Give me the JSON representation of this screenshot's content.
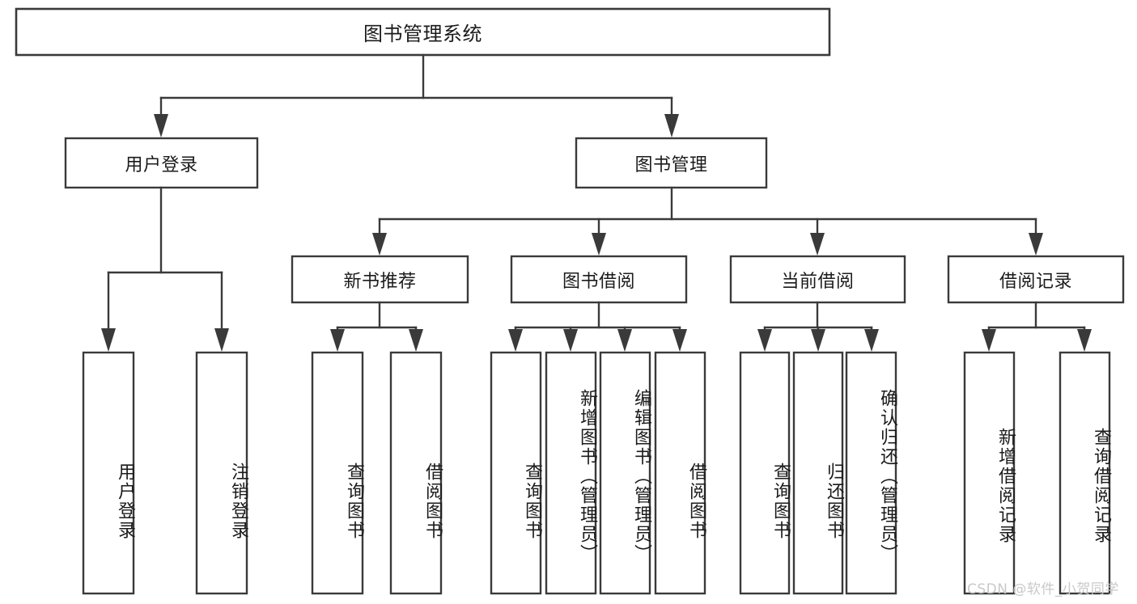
{
  "diagram": {
    "title": "图书管理系统",
    "watermark": "CSDN @软件_小贺同学",
    "colors": {
      "stroke": "#3a3a3a",
      "fill": "#ffffff",
      "text": "#1b1b1b",
      "watermark": "#c9c9c9"
    },
    "levels": {
      "root": {
        "label": "图书管理系统"
      },
      "level2": [
        {
          "label": "用户登录"
        },
        {
          "label": "图书管理"
        }
      ],
      "level3": [
        {
          "label": "新书推荐"
        },
        {
          "label": "图书借阅"
        },
        {
          "label": "当前借阅"
        },
        {
          "label": "借阅记录"
        }
      ],
      "leaves": [
        {
          "label": "用户登录",
          "parent": "用户登录"
        },
        {
          "label": "注销登录",
          "parent": "用户登录"
        },
        {
          "label": "查询图书",
          "parent": "新书推荐"
        },
        {
          "label": "借阅图书",
          "parent": "新书推荐"
        },
        {
          "label": "查询图书",
          "parent": "图书借阅"
        },
        {
          "label": "新增图书（管理员）",
          "parent": "图书借阅"
        },
        {
          "label": "编辑图书（管理员）",
          "parent": "图书借阅"
        },
        {
          "label": "借阅图书",
          "parent": "图书借阅"
        },
        {
          "label": "查询图书",
          "parent": "当前借阅"
        },
        {
          "label": "归还图书",
          "parent": "当前借阅"
        },
        {
          "label": "确认归还（管理员）",
          "parent": "当前借阅"
        },
        {
          "label": "新增借阅记录",
          "parent": "借阅记录"
        },
        {
          "label": "查询借阅记录",
          "parent": "借阅记录"
        }
      ]
    }
  }
}
